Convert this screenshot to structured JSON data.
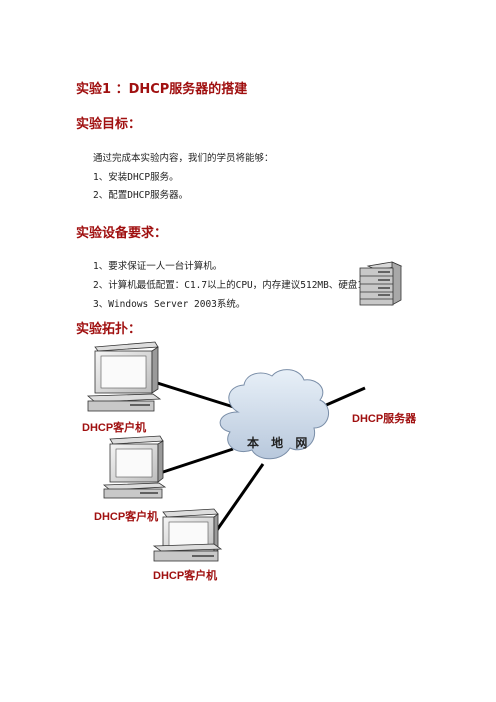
{
  "title": "实验1 ：DHCP服务器的搭建",
  "goal": {
    "heading": "实验目标：",
    "intro": "通过完成本实验内容，我们的学员将能够：",
    "items": [
      "1、安装DHCP服务。",
      "2、配置DHCP服务器。"
    ]
  },
  "requirements": {
    "heading": "实验设备要求：",
    "items": [
      "1、要求保证一人一台计算机。",
      "2、计算机最低配置：C1.7以上的CPU，内存建议512MB、硬盘10G以上；",
      "3、Windows Server 2003系统。"
    ]
  },
  "topology": {
    "heading": "实验拓扑：",
    "network_label": "本 地 网",
    "server_label": "DHCP服务器",
    "client_labels": [
      "DHCP客户机",
      "DHCP客户机",
      "DHCP客户机"
    ]
  }
}
